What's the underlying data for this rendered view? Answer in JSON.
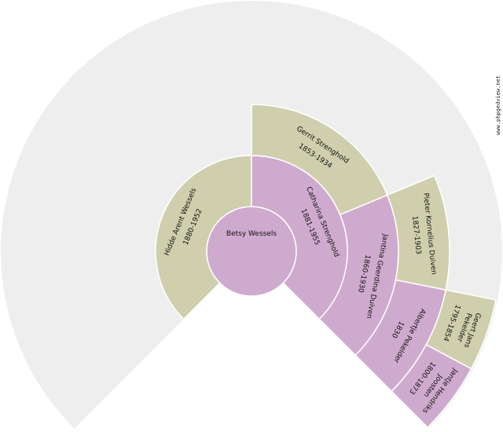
{
  "colors": {
    "background_fan": "#eeeeee",
    "male": "#cfcfad",
    "female": "#cfaacf",
    "separator": "#ffffff"
  },
  "watermark": "www.phpgedview.net",
  "persons": [
    {
      "ahnentafel": 1,
      "name": [
        "Betsy Wessels"
      ],
      "dates": "",
      "sex": "female"
    },
    {
      "ahnentafel": 2,
      "name": [
        "Hidde Arent Wessels"
      ],
      "dates": "1880-1952",
      "sex": "male"
    },
    {
      "ahnentafel": 3,
      "name": [
        "Catharina Strenghold"
      ],
      "dates": "1881-1955",
      "sex": "female"
    },
    {
      "ahnentafel": 6,
      "name": [
        "Gerrit Strenghold"
      ],
      "dates": "1853-1934",
      "sex": "male"
    },
    {
      "ahnentafel": 7,
      "name": [
        "Jantina Geerdina Duiven"
      ],
      "dates": "1860-1930",
      "sex": "female"
    },
    {
      "ahnentafel": 14,
      "name": [
        "Pieter Kornelius Duiven"
      ],
      "dates": "1827-1903",
      "sex": "male"
    },
    {
      "ahnentafel": 15,
      "name": [
        "Albertje Pekelder"
      ],
      "dates": "1830",
      "sex": "female"
    },
    {
      "ahnentafel": 30,
      "name": [
        "Geert Jans",
        "Pekelder"
      ],
      "dates": "1795-1854",
      "sex": "male"
    },
    {
      "ahnentafel": 31,
      "name": [
        "Jantje Hendriks",
        "Joosten"
      ],
      "dates": "1800-1873",
      "sex": "female"
    }
  ]
}
